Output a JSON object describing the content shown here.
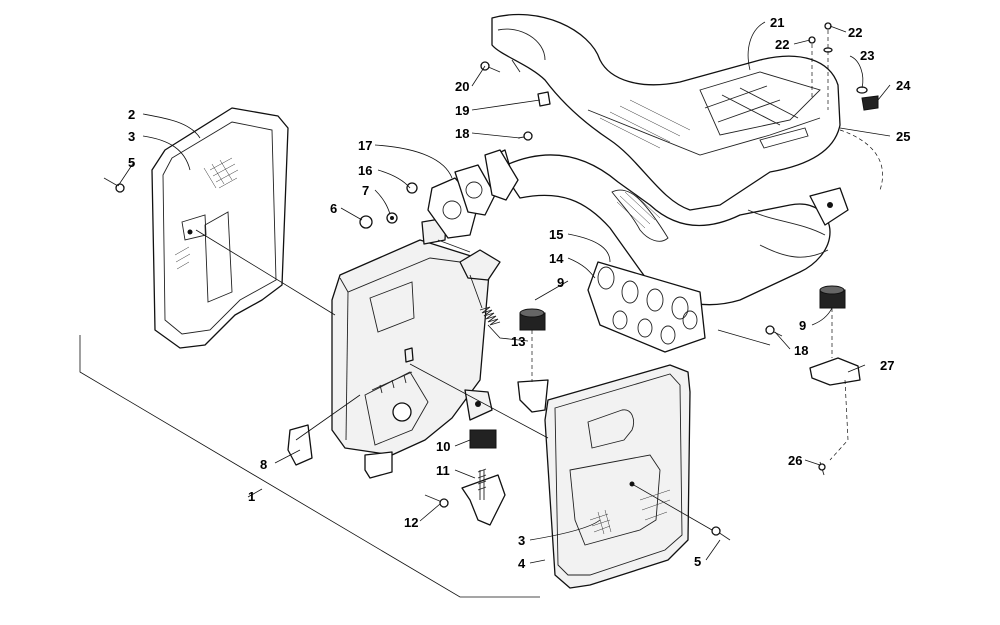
{
  "diagram": {
    "callouts": [
      "1",
      "2",
      "3",
      "3",
      "4",
      "5",
      "5",
      "6",
      "7",
      "8",
      "9",
      "9",
      "10",
      "11",
      "12",
      "13",
      "14",
      "15",
      "16",
      "17",
      "18",
      "18",
      "19",
      "20",
      "21",
      "22",
      "22",
      "23",
      "24",
      "25",
      "26",
      "27"
    ]
  }
}
